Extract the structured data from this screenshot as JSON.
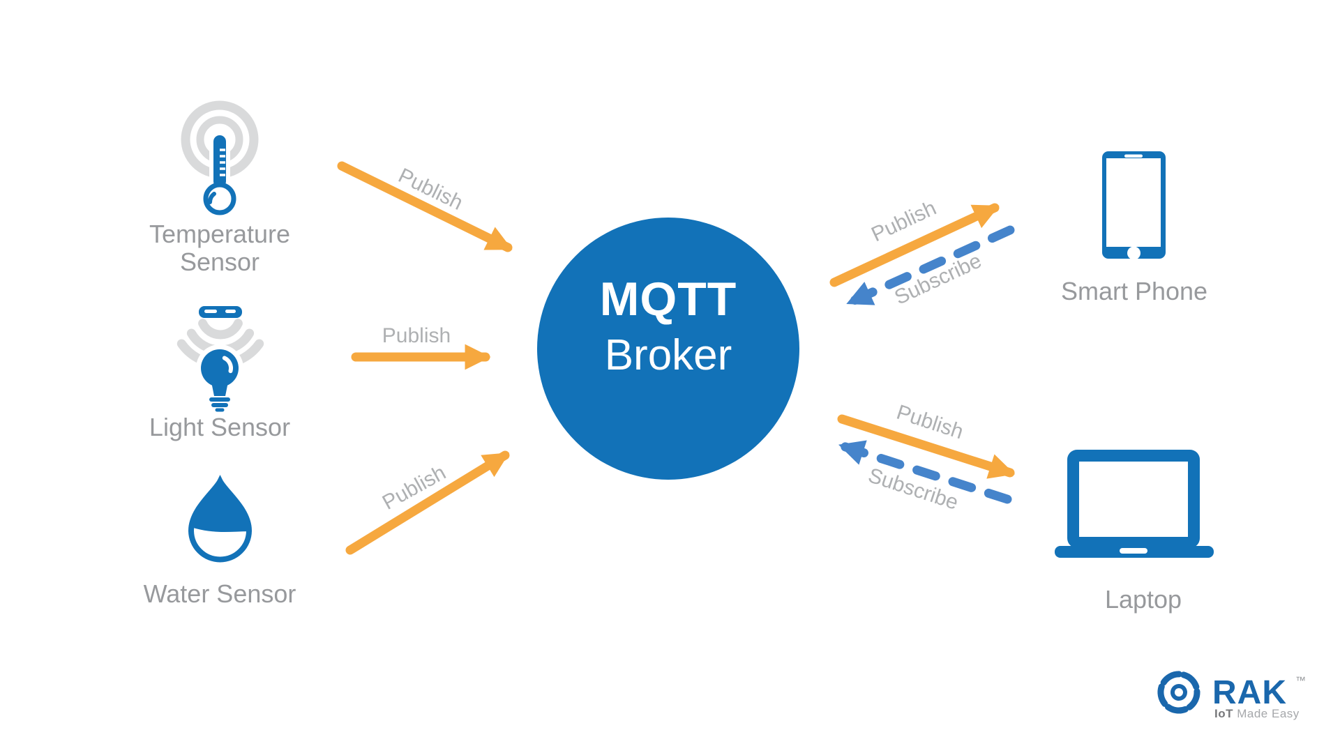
{
  "colors": {
    "brand_blue": "#1272B8",
    "logo_blue": "#1A67AC",
    "orange": "#F6A83F",
    "dash_blue": "#4584CB",
    "label_gray": "#97999C",
    "arrow_label_gray": "#AEB0B2",
    "ripple_gray": "#D9DADB"
  },
  "broker": {
    "line1": "MQTT",
    "line2": "Broker"
  },
  "devices": {
    "temperature": {
      "line1": "Temperature",
      "line2": "Sensor"
    },
    "light": {
      "label": "Light Sensor"
    },
    "water": {
      "label": "Water Sensor"
    },
    "smartphone": {
      "label": "Smart Phone"
    },
    "laptop": {
      "label": "Laptop"
    }
  },
  "arrows": {
    "temp_publish": "Publish",
    "light_publish": "Publish",
    "water_publish": "Publish",
    "phone_publish": "Publish",
    "phone_subscribe": "Subscribe",
    "laptop_publish": "Publish",
    "laptop_subscribe": "Subscribe"
  },
  "logo": {
    "name": "RAK",
    "trademark": "™",
    "tagline_bold": "IoT",
    "tagline_rest": "Made Easy"
  }
}
